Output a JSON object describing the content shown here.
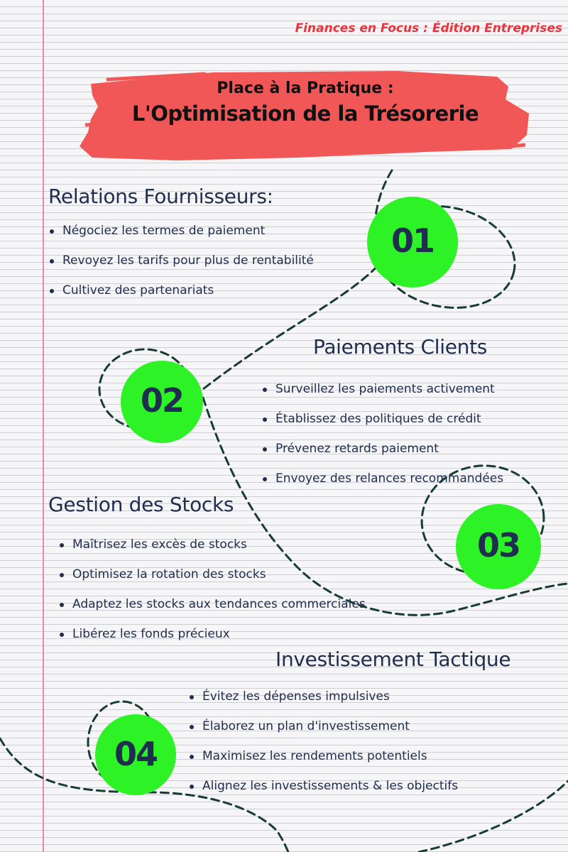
{
  "header": {
    "tagline": "Finances en Focus : Édition Entreprises"
  },
  "title": {
    "line1": "Place à la Pratique :",
    "line2": "L'Optimisation de la Trésorerie"
  },
  "colors": {
    "accent_red": "#f25757",
    "tagline_red": "#e8343c",
    "badge_green": "#2df226",
    "dash_green": "#173d32",
    "text_navy": "#1f2d4f",
    "margin_pink": "#e88aa6"
  },
  "sections": [
    {
      "number": "01",
      "title": "Relations Fournisseurs:",
      "items": [
        "Négociez les termes de paiement",
        "Revoyez les tarifs pour plus de rentabilité",
        "Cultivez des partenariats"
      ]
    },
    {
      "number": "02",
      "title": "Paiements Clients",
      "items": [
        "Surveillez les paiements activement",
        "Établissez des politiques de crédit",
        "Prévenez retards paiement",
        "Envoyez des relances recommandées"
      ]
    },
    {
      "number": "03",
      "title": "Gestion des Stocks",
      "items": [
        "Maîtrisez les excès de stocks",
        "Optimisez la rotation des stocks",
        "Adaptez les stocks aux tendances commerciales",
        "Libérez les fonds précieux"
      ]
    },
    {
      "number": "04",
      "title": "Investissement Tactique",
      "items": [
        "Évitez les dépenses impulsives",
        "Élaborez un plan d'investissement",
        "Maximisez les rendements potentiels",
        "Alignez les investissements & les objectifs"
      ]
    }
  ]
}
